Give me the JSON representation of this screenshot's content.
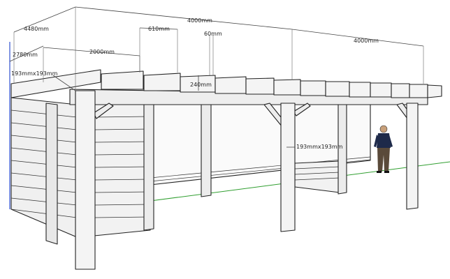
{
  "scene": {
    "description_hidden": false,
    "colors": {
      "background": "#ffffff",
      "wood": "#f2f2f2",
      "wood_shade": "#d9d9d9",
      "edge": "#222222",
      "ground_axis": "#2f9e2f",
      "vertical_axis": "#3050d0",
      "figure_shirt": "#1e2a4a",
      "figure_pants": "#5a4a3a"
    }
  },
  "dimensions": {
    "total_length": "4000mm",
    "section_length": "4000mm",
    "rafter_spacing": "610mm",
    "rafter_width": "60mm",
    "height_front": "4480mm",
    "height_rear": "2780mm",
    "depth": "2000mm",
    "post_size_top": "193mmx193mm",
    "post_size_mid": "193mmx193mm",
    "beam_height": "240mm"
  }
}
